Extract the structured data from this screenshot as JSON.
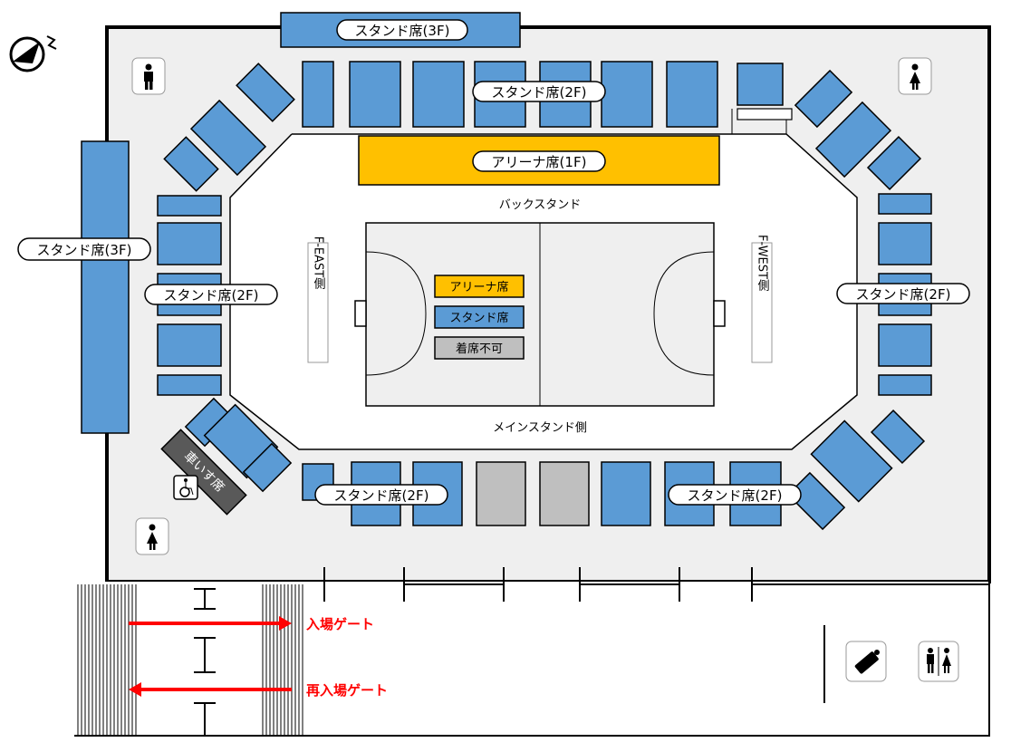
{
  "labels": {
    "stand_3f": "スタンド席(3F)",
    "stand_2f": "スタンド席(2F)",
    "arena_1f": "アリーナ席(1F)",
    "back_stand": "バックスタンド",
    "main_stand": "メインスタンド側",
    "east_side": "F-EAST側",
    "west_side": "F-WEST側",
    "wheelchair": "車いす席",
    "entry_gate": "入場ゲート",
    "reentry_gate": "再入場ゲート"
  },
  "legend": {
    "arena": "アリーナ席",
    "stand": "スタンド席",
    "unavailable": "着席不可"
  },
  "colors": {
    "arena": "#ffc000",
    "stand": "#5b9bd5",
    "unavailable": "#bfbfbf",
    "wheelchair": "#595959",
    "gate_arrow": "#ff0000",
    "floor": "#efefef"
  },
  "icons": [
    "north-compass-icon",
    "restroom-male-icon",
    "restroom-female-icon",
    "wheelchair-icon",
    "baby-bottle-icon",
    "restroom-icon"
  ]
}
